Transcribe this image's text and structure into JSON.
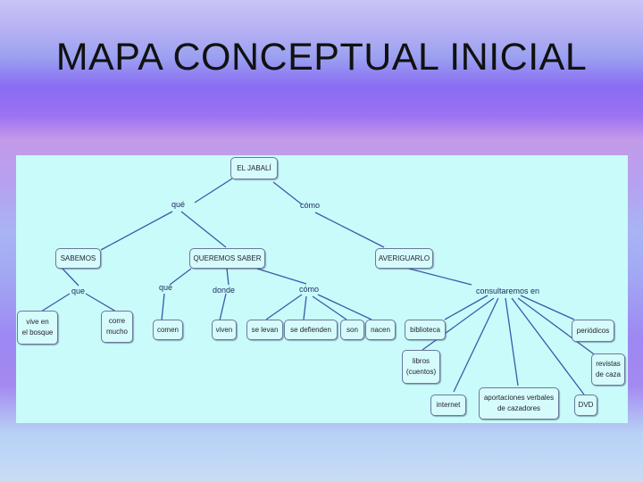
{
  "title": "MAPA CONCEPTUAL INICIAL",
  "diagram": {
    "nodes": {
      "root": "EL JABALÍ",
      "sabemos": "SABEMOS",
      "queremos": "QUEREMOS SABER",
      "averiguarlo": "AVERIGUARLO",
      "vive": "vive en\nel bosque",
      "corre": "corre\nmucho",
      "comen": "comen",
      "viven": "viven",
      "selevan": "se levan",
      "sedefienden": "se defienden",
      "son": "son",
      "nacen": "nacen",
      "biblioteca": "biblioteca",
      "libros": "libros\n(cuentos)",
      "internet": "internet",
      "aportaciones": "aportaciones verbales\nde cazadores",
      "dvd": "DVD",
      "revistas": "revistas\nde caza",
      "periodicos": "periódicos"
    },
    "labels": {
      "que1": "qué",
      "como1": "cómo",
      "que2": "que",
      "que3": "que",
      "donde": "donde",
      "como2": "cómo",
      "consultaremos": "consultaremos en"
    }
  }
}
